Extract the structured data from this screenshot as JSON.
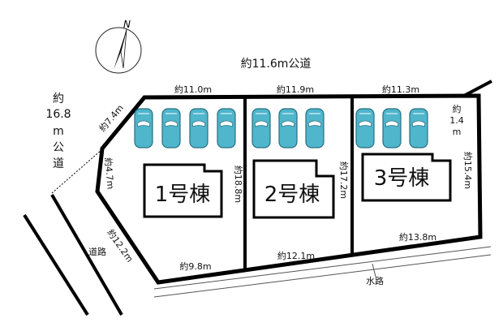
{
  "north": {
    "label": "N"
  },
  "road_top": "約11.6m公道",
  "road_left": [
    "約",
    "16.8",
    "m",
    "公",
    "道"
  ],
  "road_lower_left": "道路",
  "waterway": "水路",
  "lots": [
    {
      "name": "1号棟",
      "cars": 4
    },
    {
      "name": "2号棟",
      "cars": 3
    },
    {
      "name": "3号棟",
      "cars": 3
    }
  ],
  "dimensions": {
    "top1": "約11.0m",
    "top2": "約11.9m",
    "top3": "約11.3m",
    "corner": "約7.4m",
    "left": "約4.7m",
    "lowerleft": "約12.2m",
    "bottom1": "約9.8m",
    "bottom2": "約12.1m",
    "bottom3": "約13.8m",
    "div1": "約18.8m",
    "div2": "約17.2m",
    "right": "約15.4m",
    "notch": [
      "約",
      "1.4",
      "m"
    ]
  },
  "colors": {
    "car": "#4fb6cc",
    "car_outline": "#2a6f80",
    "line": "#000000"
  }
}
